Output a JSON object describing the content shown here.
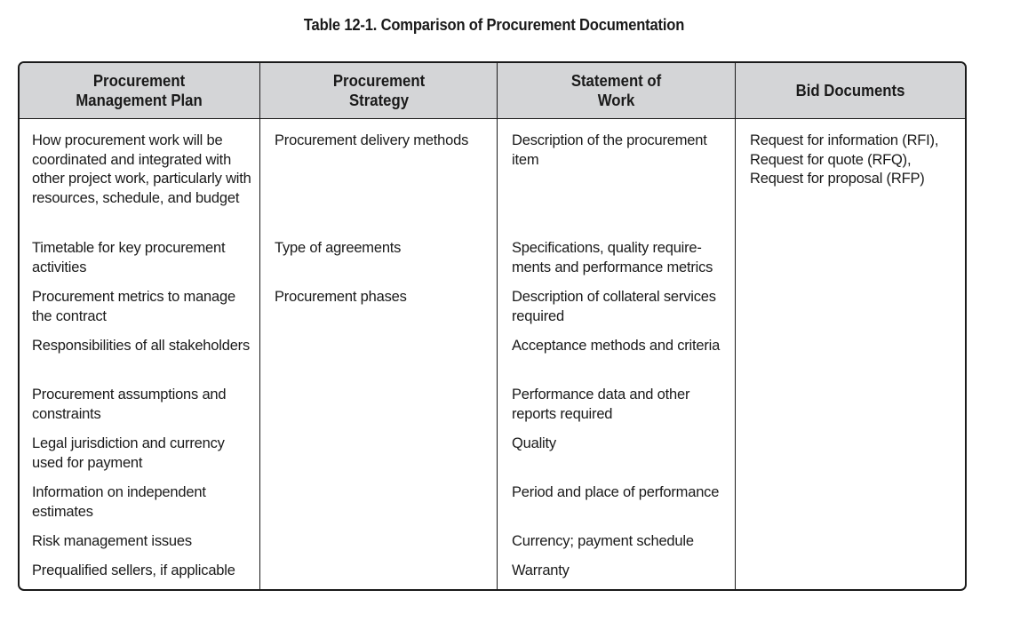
{
  "title": "Table 12-1. Comparison of Procurement Documentation",
  "headers": [
    [
      "Procurement",
      "Management Plan"
    ],
    [
      "Procurement",
      "Strategy"
    ],
    [
      "Statement of",
      "Work"
    ],
    [
      "Bid Documents"
    ]
  ],
  "columns": {
    "plan": [
      "How procurement work will be coordinated and integrated with other project work, particularly with resources, schedule, and budget",
      "Timetable for key procurement activities",
      "Procurement metrics to manage the contract",
      "Responsibilities of all stakeholders",
      "Procurement assumptions and constraints",
      "Legal jurisdiction and currency used for payment",
      "Information on independent estimates",
      "Risk management issues",
      "Prequalified sellers, if applicable"
    ],
    "strategy": [
      "Procurement delivery methods",
      "Type of agreements",
      "Procurement phases"
    ],
    "sow": [
      "Description of the procurement item",
      "Specifications, quality require-ments and performance metrics",
      "Description of collateral services required",
      "Acceptance methods and criteria",
      "Performance data and other reports required",
      "Quality",
      "Period and place of performance",
      "Currency; payment schedule",
      "Warranty"
    ],
    "bid": [
      "Request for information (RFI),",
      "Request for quote (RFQ),",
      "Request for proposal (RFP)"
    ]
  }
}
